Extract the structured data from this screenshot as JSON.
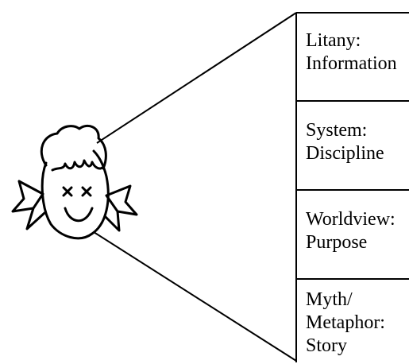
{
  "diagram": {
    "observer": {
      "icon": "smiling-girl-face-icon"
    },
    "layers": [
      {
        "id": "litany",
        "lines": [
          "Litany:",
          "Information"
        ]
      },
      {
        "id": "system",
        "lines": [
          "System:",
          "Discipline"
        ]
      },
      {
        "id": "worldview",
        "lines": [
          "Worldview:",
          "Purpose"
        ]
      },
      {
        "id": "myth",
        "lines": [
          "Myth/",
          "Metaphor:",
          "Story"
        ]
      }
    ],
    "colors": {
      "stroke": "#000000",
      "background": "#ffffff"
    }
  }
}
